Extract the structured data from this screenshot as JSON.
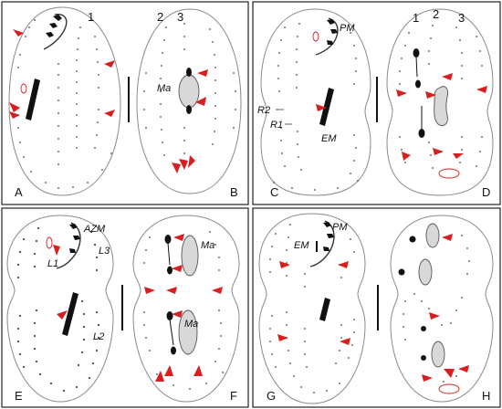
{
  "panel_letters": [
    "A",
    "B",
    "C",
    "D",
    "E",
    "F",
    "G",
    "H"
  ],
  "kinety_numbers": {
    "a_1": "1",
    "b_2": "2",
    "b_3": "3",
    "d_1": "1",
    "d_2": "2",
    "d_3": "3"
  },
  "labels": {
    "b_ma": "Ma",
    "c_pm": "PM",
    "c_r2": "R2",
    "c_r1": "R1",
    "c_em": "EM",
    "e_azm": "AZM",
    "e_l3": "L3",
    "e_l1": "L1",
    "e_l2": "L2",
    "f_ma_top": "Ma",
    "f_ma_bottom": "Ma",
    "g_pm": "PM",
    "g_em": "EM"
  },
  "colors": {
    "arrow": "#d81e1e",
    "outline": "#8a8a8a",
    "frame": "#222222",
    "macronucleus": "#d8d8d8"
  }
}
